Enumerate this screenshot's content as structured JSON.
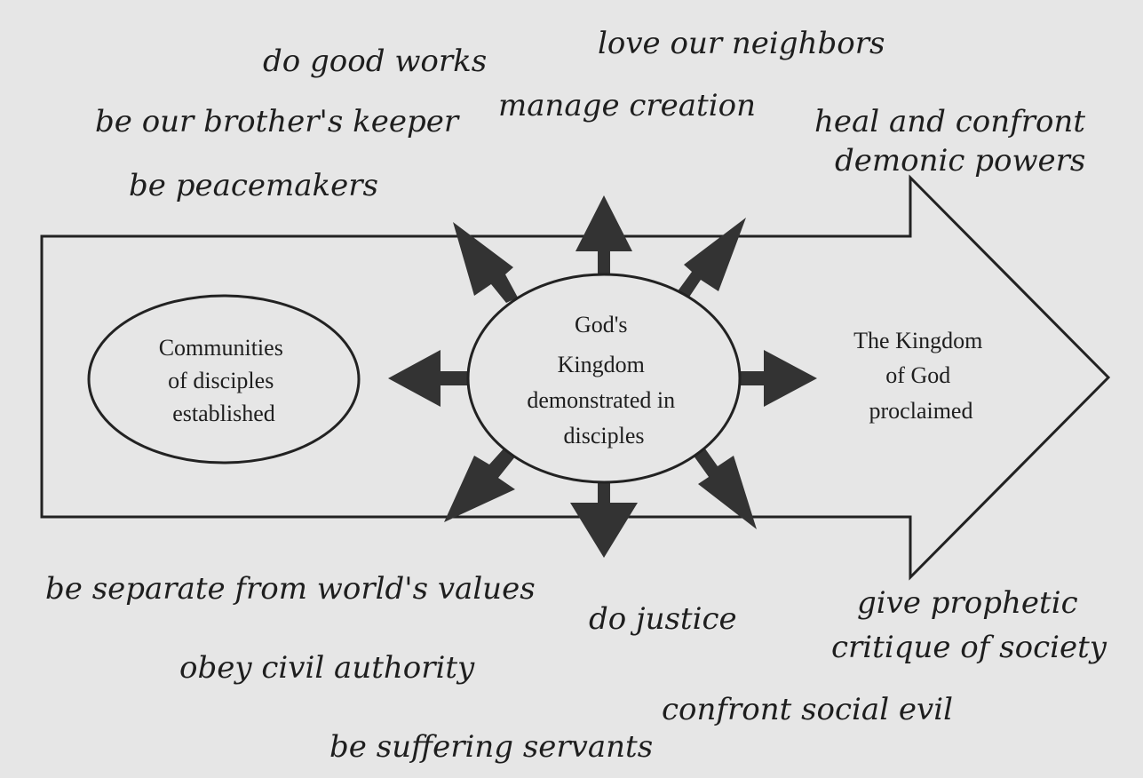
{
  "shapes": {
    "left_ellipse_lines": [
      "Communities",
      "of disciples",
      "established"
    ],
    "center_ellipse_lines": [
      "God's",
      "Kingdom",
      "demonstrated in",
      "disciples"
    ],
    "arrow_head_lines": [
      "The Kingdom",
      "of God",
      "proclaimed"
    ]
  },
  "labels": {
    "do_good_works": "do good works",
    "love_neighbors": "love our neighbors",
    "manage_creation": "manage creation",
    "brothers_keeper": "be our brother's keeper",
    "heal_confront_1": "heal and confront",
    "heal_confront_2": "demonic powers",
    "peacemakers": "be peacemakers",
    "separate": "be separate from world's values",
    "do_justice": "do justice",
    "prophetic_1": "give prophetic",
    "prophetic_2": "critique of society",
    "obey": "obey civil authority",
    "confront_evil": "confront social evil",
    "suffering": "be suffering servants"
  }
}
